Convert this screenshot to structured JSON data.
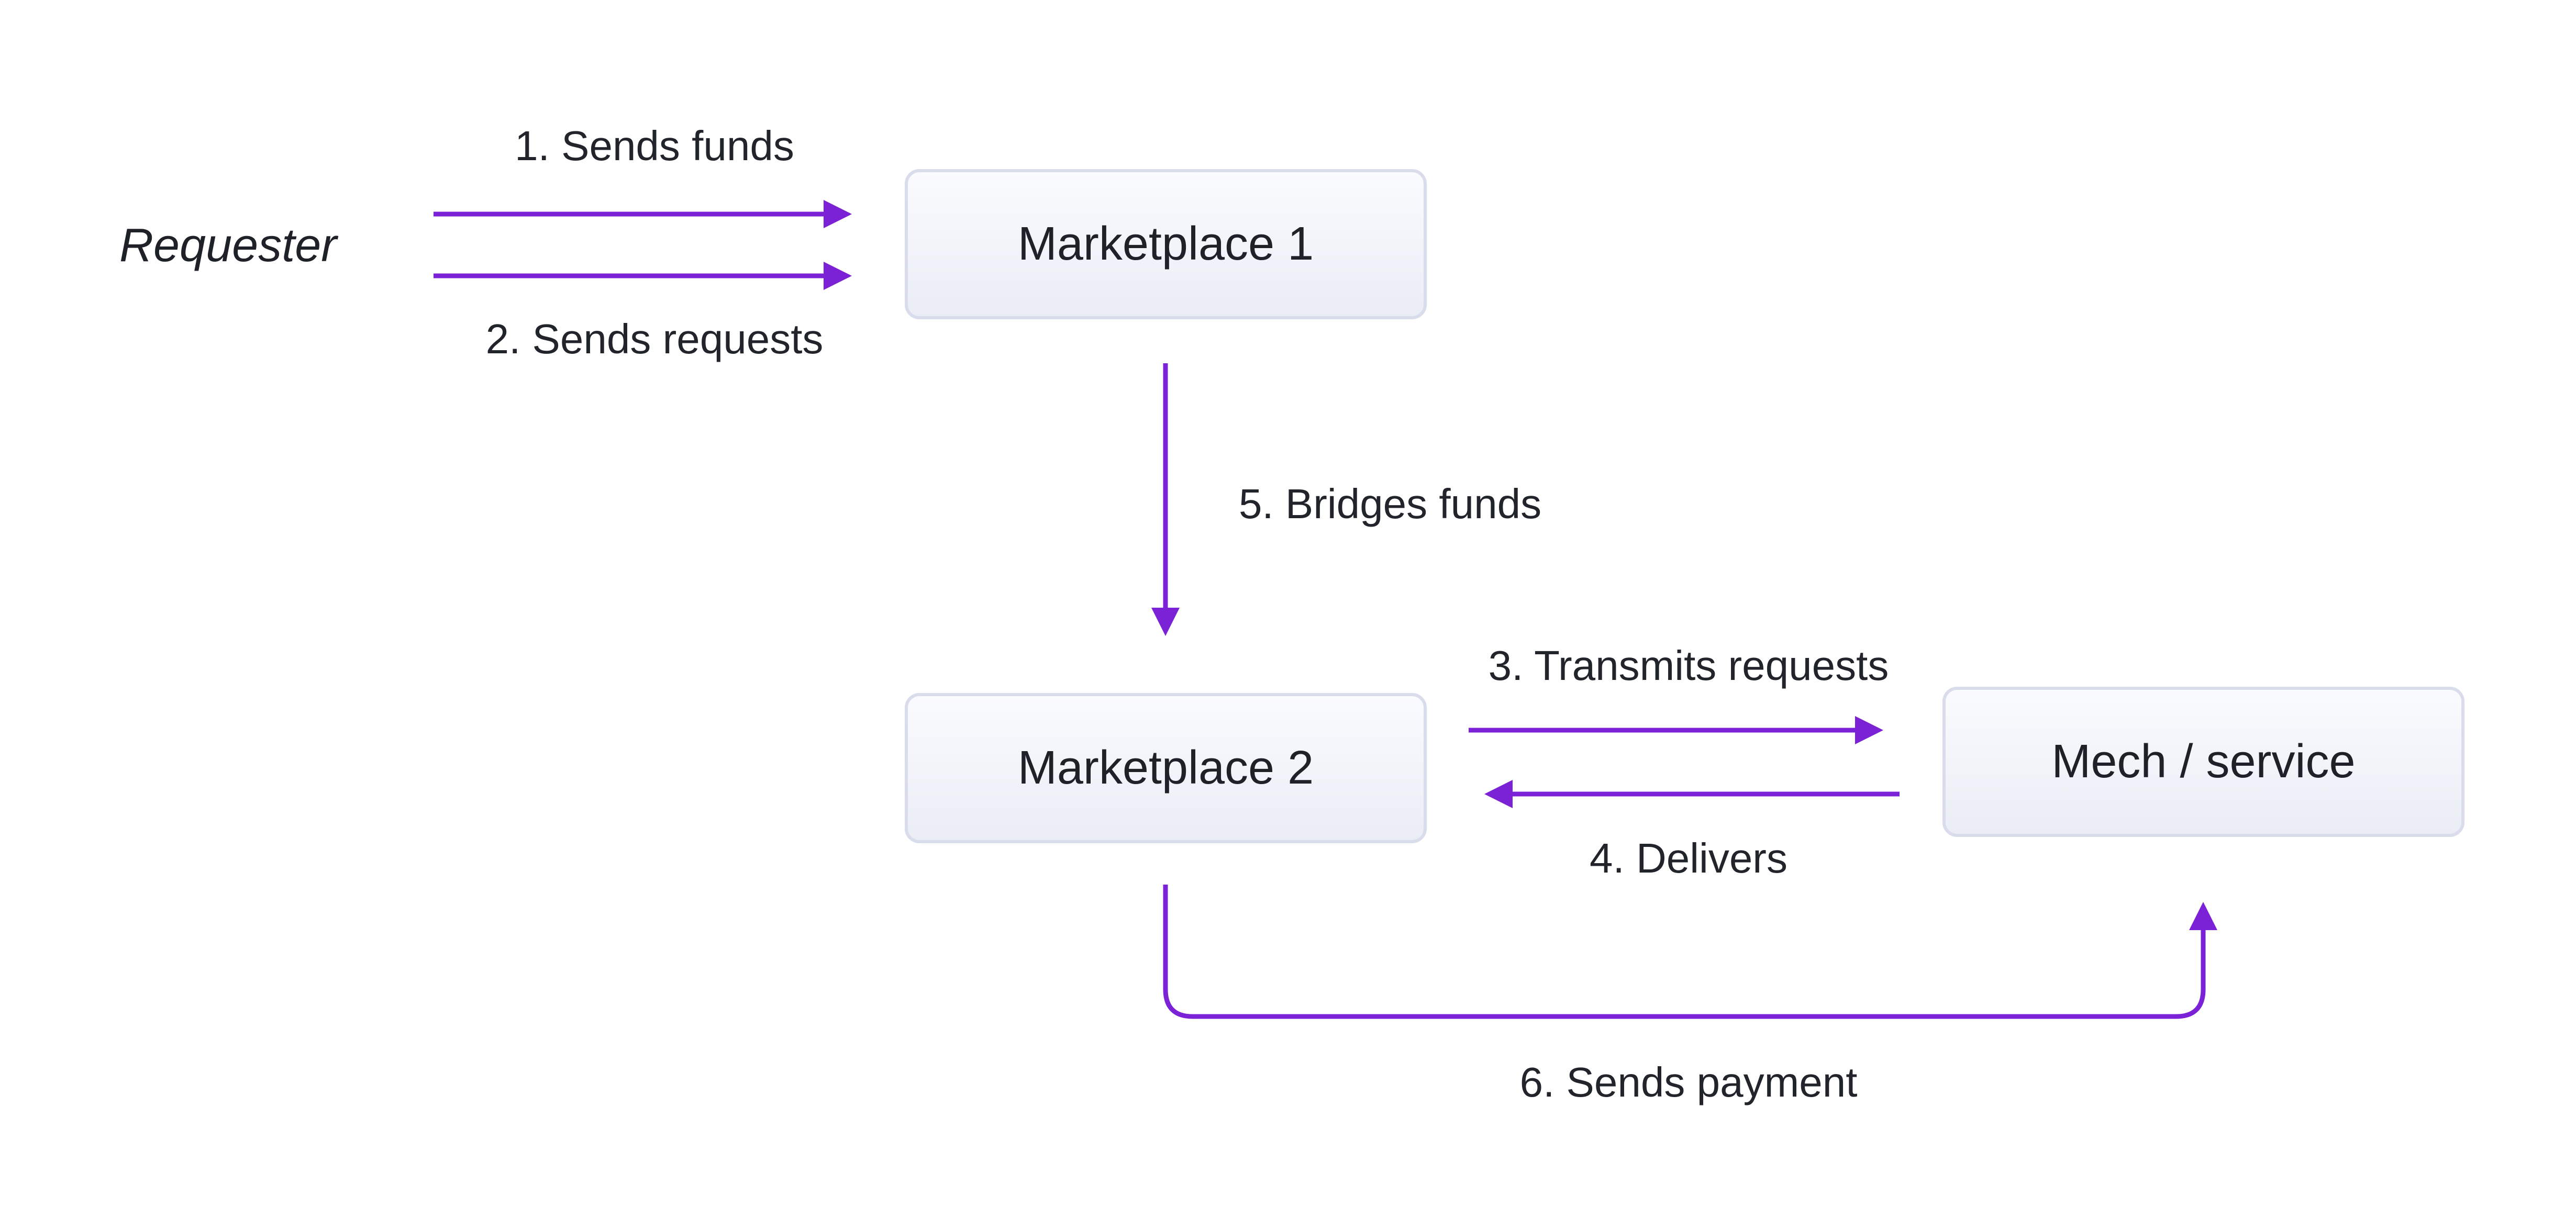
{
  "actors": {
    "requester": "Requester"
  },
  "nodes": {
    "marketplace1": "Marketplace 1",
    "marketplace2": "Marketplace 2",
    "mech": "Mech / service"
  },
  "edges": {
    "sends_funds": "1. Sends funds",
    "sends_requests": "2. Sends requests",
    "transmits_requests": "3. Transmits requests",
    "delivers": "4. Delivers",
    "bridges_funds": "5. Bridges funds",
    "sends_payment": "6. Sends payment"
  },
  "colors": {
    "arrow": "#7b22d6",
    "node_border": "#d9dcea",
    "text": "#22242b"
  }
}
